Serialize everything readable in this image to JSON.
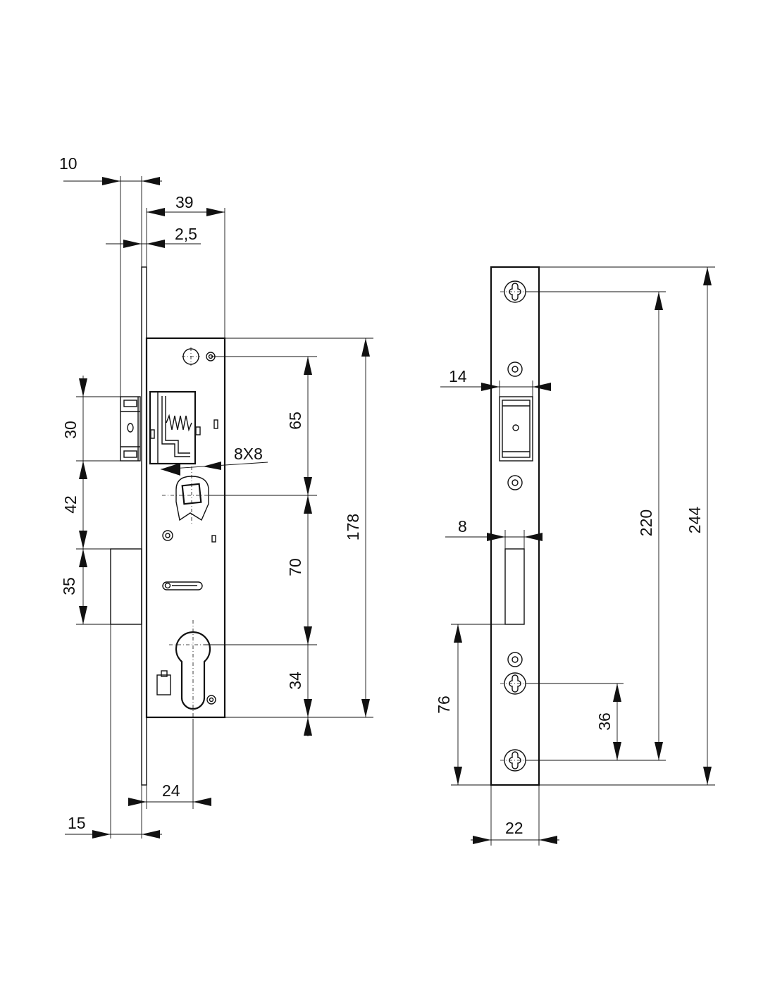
{
  "lock_body_view": {
    "dimensions": {
      "faceplate_projection": "10",
      "body_depth": "39",
      "faceplate_thickness": "2,5",
      "latch_height": "30",
      "latch_to_follower": "42",
      "deadbolt_height": "35",
      "body_height": "178",
      "top_hole_to_follower": "65",
      "follower_square": "8X8",
      "follower_to_cylinder": "70",
      "cylinder_to_bottom": "34",
      "backset": "24",
      "deadbolt_throw": "15"
    }
  },
  "strike_plate_view": {
    "dimensions": {
      "latch_window_width": "14",
      "bolt_window_width": "8",
      "screw_spacing": "220",
      "plate_height": "244",
      "bolt_window_to_bottom": "76",
      "screw_interval": "36",
      "plate_width": "22"
    }
  }
}
